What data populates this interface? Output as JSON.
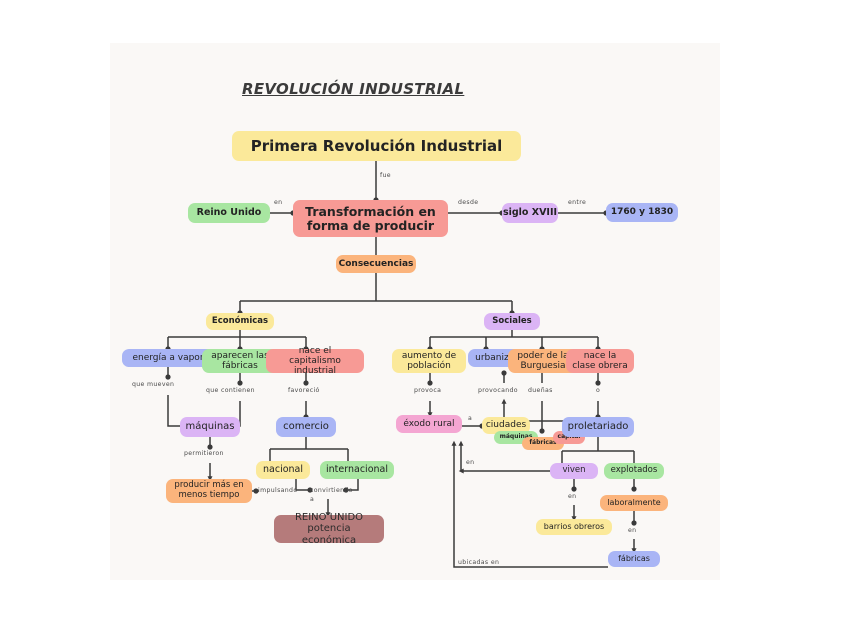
{
  "title": "REVOLUCIÓN INDUSTRIAL",
  "canvas": {
    "background": "#faf8f6",
    "edge_color": "#3a3a3a"
  },
  "nodes": {
    "root": {
      "label": "Primera Revolución Industrial",
      "color": "#fbe99a"
    },
    "transformacion": {
      "label": "Transformación en forma de producir",
      "color": "#f79a95"
    },
    "reino_unido": {
      "label": "Reino Unido",
      "color": "#a8e6a1"
    },
    "siglo": {
      "label": "siglo XVIII",
      "color": "#dbb4f5"
    },
    "fechas": {
      "label": "1760 y 1830",
      "color": "#a9b5f5"
    },
    "consecuencias": {
      "label": "Consecuencias",
      "color": "#fbb47c"
    },
    "economicas": {
      "label": "Económicas",
      "color": "#fbe99a"
    },
    "sociales": {
      "label": "Sociales",
      "color": "#dbb4f5"
    },
    "energia": {
      "label": "energía a vapor",
      "color": "#a9b5f5"
    },
    "fabricas_ap": {
      "label": "aparecen las fábricas",
      "color": "#a8e6a1"
    },
    "capitalismo": {
      "label": "nace el capitalismo industrial",
      "color": "#f79a95"
    },
    "maquinas": {
      "label": "máquinas",
      "color": "#dbb4f5"
    },
    "producir": {
      "label": "producir más en menos tiempo",
      "color": "#fbb47c"
    },
    "comercio": {
      "label": "comercio",
      "color": "#a9b5f5"
    },
    "nacional": {
      "label": "nacional",
      "color": "#fbe99a"
    },
    "internacional": {
      "label": "internacional",
      "color": "#a8e6a1"
    },
    "reino_potencia": {
      "label": "REINO UNIDO potencia económica",
      "color": "#b57b7b"
    },
    "aumento": {
      "label": "aumento de población",
      "color": "#fbe99a"
    },
    "urbanizacion": {
      "label": "urbanización",
      "color": "#a9b5f5"
    },
    "burguesia": {
      "label": "poder de la Burguesia",
      "color": "#fbb47c"
    },
    "clase_obrera": {
      "label": "nace la clase obrera",
      "color": "#f79a95"
    },
    "exodo": {
      "label": "éxodo rural",
      "color": "#f4a6d2"
    },
    "ciudades": {
      "label": "ciudades",
      "color": "#fbe99a"
    },
    "maquinas2": {
      "label": "máquinas",
      "color": "#a8e6a1"
    },
    "fabricas2": {
      "label": "fábricas",
      "color": "#fbb47c"
    },
    "capital": {
      "label": "capital",
      "color": "#f79a95"
    },
    "proletariado": {
      "label": "proletariado",
      "color": "#a9b5f5"
    },
    "viven": {
      "label": "viven",
      "color": "#dbb4f5"
    },
    "explotados": {
      "label": "explotados",
      "color": "#a8e6a1"
    },
    "barrios": {
      "label": "barrios obreros",
      "color": "#fbe99a"
    },
    "laboralmente": {
      "label": "laboralmente",
      "color": "#fbb47c"
    },
    "fabricas3": {
      "label": "fábricas",
      "color": "#a9b5f5"
    }
  },
  "edge_labels": {
    "fue": "fue",
    "en": "en",
    "desde": "desde",
    "entre": "entre",
    "que_mueven": "que mueven",
    "que_contienen": "que contienen",
    "favorecio": "favoreció",
    "permitieron": "permitieron",
    "impulsando": "impulsando",
    "convirtiendo_a": "convirtiendo a",
    "provoca": "provoca",
    "provocando": "provocando",
    "a": "a",
    "duenas": "dueñas",
    "o": "o",
    "en2": "en",
    "en3": "en",
    "en4": "en",
    "ubicadas_en": "ubicadas en",
    "maquinas_lbl": "máquinas",
    "fabricas_lbl": "fábricas",
    "capital_lbl": "capital"
  }
}
